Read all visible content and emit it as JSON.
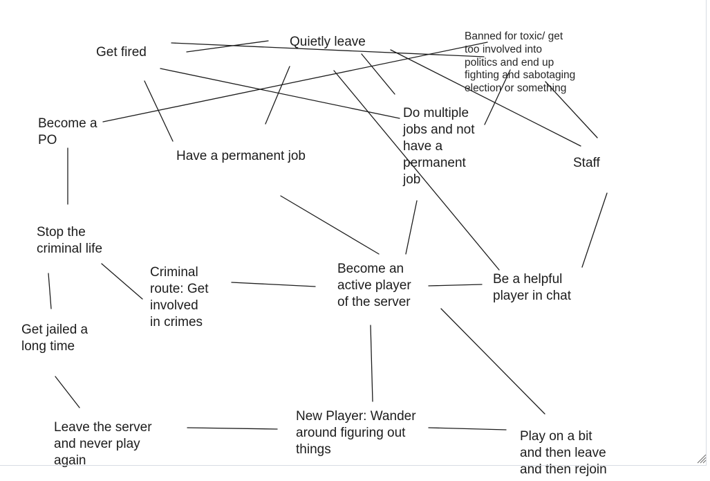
{
  "diagram": {
    "nodes": [
      {
        "id": "get-fired",
        "text": "Get fired"
      },
      {
        "id": "quietly-leave",
        "text": "Quietly leave"
      },
      {
        "id": "banned",
        "text": "Banned for toxic/ get\ntoo involved into\npolitics and end up\nfighting and sabotaging\nelection or something"
      },
      {
        "id": "become-po",
        "text": "Become a\nPO"
      },
      {
        "id": "permanent-job",
        "text": "Have a permanent job"
      },
      {
        "id": "multiple-jobs",
        "text": "Do multiple\njobs and not\nhave a\npermanent\njob"
      },
      {
        "id": "staff",
        "text": "Staff"
      },
      {
        "id": "stop-criminal",
        "text": "Stop the\ncriminal life"
      },
      {
        "id": "criminal-route",
        "text": "Criminal\nroute: Get\ninvolved\nin crimes"
      },
      {
        "id": "active-player",
        "text": "Become an\nactive player\nof the server"
      },
      {
        "id": "helpful-player",
        "text": "Be a helpful\nplayer in chat"
      },
      {
        "id": "jailed",
        "text": "Get jailed a\nlong time"
      },
      {
        "id": "leave-server",
        "text": "Leave the server\nand never play\nagain"
      },
      {
        "id": "new-player",
        "text": "New Player: Wander\naround figuring out\nthings"
      },
      {
        "id": "play-on-bit",
        "text": "Play on a bit\nand then leave\nand then rejoin"
      }
    ]
  }
}
